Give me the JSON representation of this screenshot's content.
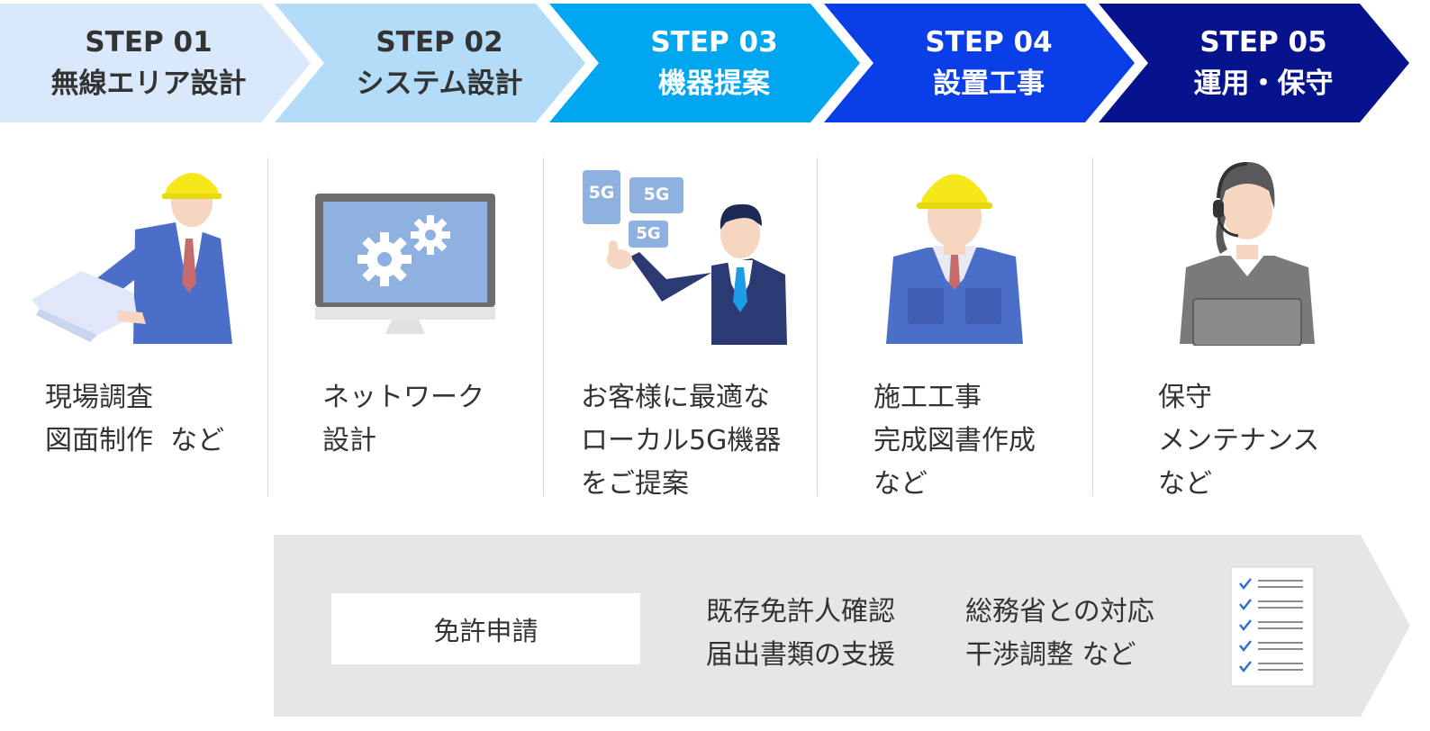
{
  "colors": {
    "step1_bg": "#d9e8fb",
    "step2_bg": "#b3dcf8",
    "step3_bg": "#00a6ef",
    "step4_bg": "#0a3ee6",
    "step5_bg": "#07138c",
    "dark_text": "#333333",
    "light_text": "#ffffff",
    "band_bg": "#e6e6e6"
  },
  "steps": [
    {
      "label": "STEP 01",
      "title": "無線エリア設計"
    },
    {
      "label": "STEP 02",
      "title": "システム設計"
    },
    {
      "label": "STEP 03",
      "title": "機器提案"
    },
    {
      "label": "STEP 04",
      "title": "設置工事"
    },
    {
      "label": "STEP 05",
      "title": "運用・保守"
    }
  ],
  "columns": [
    {
      "icon": "surveyor-with-blueprint-icon",
      "lines": [
        "現場調査",
        "図面制作  など"
      ]
    },
    {
      "icon": "monitor-with-gears-icon",
      "lines": [
        "ネットワーク",
        "設計"
      ]
    },
    {
      "icon": "salesman-with-5g-icon",
      "badges": [
        "5G",
        "5G",
        "5G"
      ],
      "lines": [
        "お客様に最適な",
        "ローカル5G機器",
        "をご提案"
      ]
    },
    {
      "icon": "construction-worker-icon",
      "lines": [
        "施工工事",
        "完成図書作成",
        "など"
      ]
    },
    {
      "icon": "operator-with-headset-icon",
      "lines": [
        "保守",
        "メンテナンス",
        "など"
      ]
    }
  ],
  "license": {
    "label": "免許申請",
    "col1": [
      "既存免許人確認",
      "届出書類の支援"
    ],
    "col2": [
      "総務省との対応",
      "干渉調整 など"
    ],
    "icon": "checklist-icon"
  }
}
